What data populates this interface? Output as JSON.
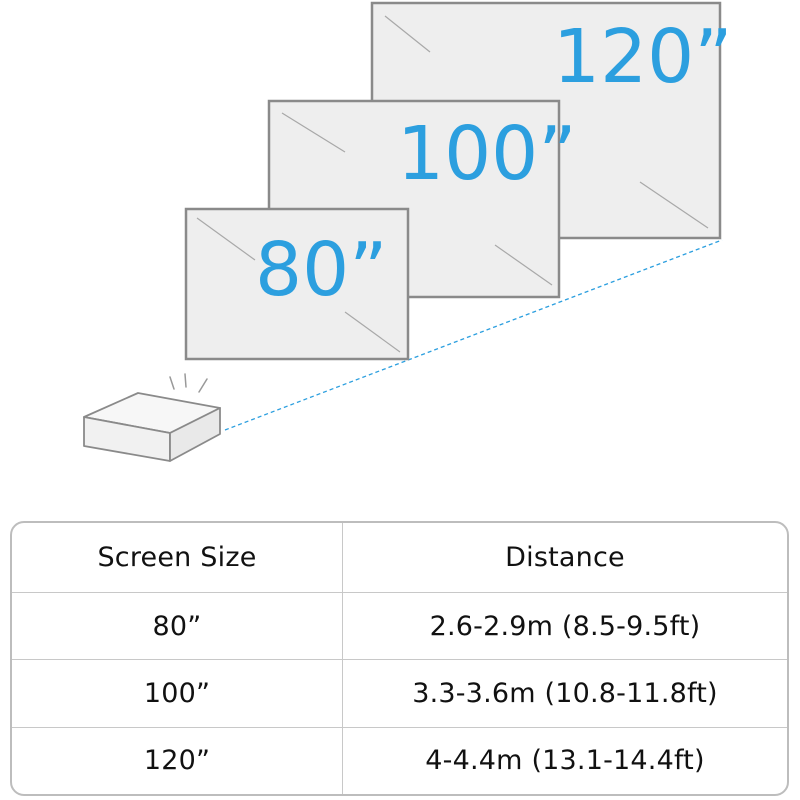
{
  "diagram": {
    "screens": [
      {
        "label": "120”"
      },
      {
        "label": "100”"
      },
      {
        "label": "80”"
      }
    ],
    "colors": {
      "accent": "#2c9fdf",
      "screen_fill": "#eeeeee",
      "screen_border": "#8a8a8a",
      "projector_fill": "#f4f4f4"
    },
    "icons": [
      "projector-icon",
      "light-rays-icon"
    ]
  },
  "table": {
    "headers": [
      "Screen Size",
      "Distance"
    ],
    "rows": [
      {
        "size": "80”",
        "distance": "2.6-2.9m (8.5-9.5ft)"
      },
      {
        "size": "100”",
        "distance": "3.3-3.6m (10.8-11.8ft)"
      },
      {
        "size": "120”",
        "distance": "4-4.4m (13.1-14.4ft)"
      }
    ]
  }
}
